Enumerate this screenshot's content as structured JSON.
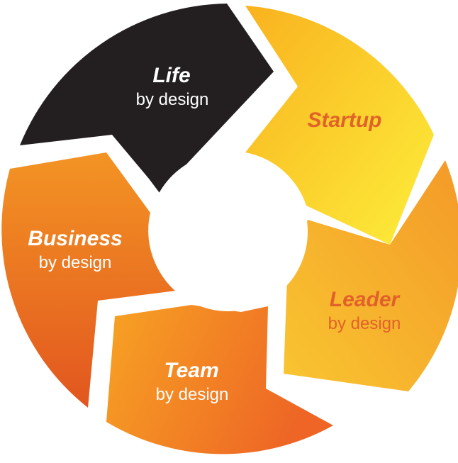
{
  "segments": [
    {
      "title": "Life",
      "subtitle": "by design",
      "fill": "#231f20",
      "title_color": "#ffffff",
      "sub_color": "#ffffff"
    },
    {
      "title": "Startup",
      "subtitle": "",
      "fill": "#fbcc2a",
      "title_color": "#e0622a",
      "sub_color": "#e0622a"
    },
    {
      "title": "Leader",
      "subtitle": "by design",
      "fill": "#f6a62b",
      "title_color": "#e0622a",
      "sub_color": "#e0622a"
    },
    {
      "title": "Team",
      "subtitle": "by design",
      "fill": "#f48a21",
      "title_color": "#ffffff",
      "sub_color": "#ffffff"
    },
    {
      "title": "Business",
      "subtitle": "by design",
      "fill": "#ee7622",
      "title_color": "#ffffff",
      "sub_color": "#ffffff"
    }
  ]
}
